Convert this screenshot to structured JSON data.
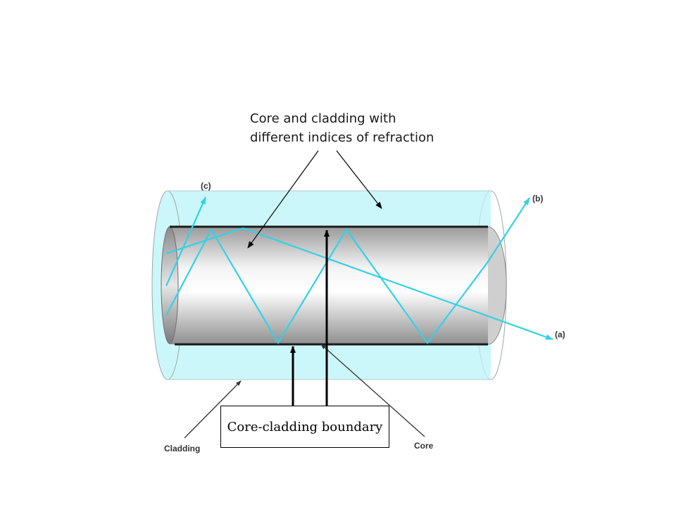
{
  "annotation": {
    "line1": "Core and cladding with",
    "line2": "different indices of refraction"
  },
  "boundary_label": "Core-cladding boundary",
  "labels": {
    "c": "(c)",
    "b": "(b)",
    "a": "(a)",
    "cladding": "Cladding",
    "core": "Core"
  },
  "colors": {
    "cladding_fill": "#ccf7fa",
    "ray": "#33d1e8",
    "core_edge": "#1a1a1a",
    "arrow": "#000000"
  }
}
